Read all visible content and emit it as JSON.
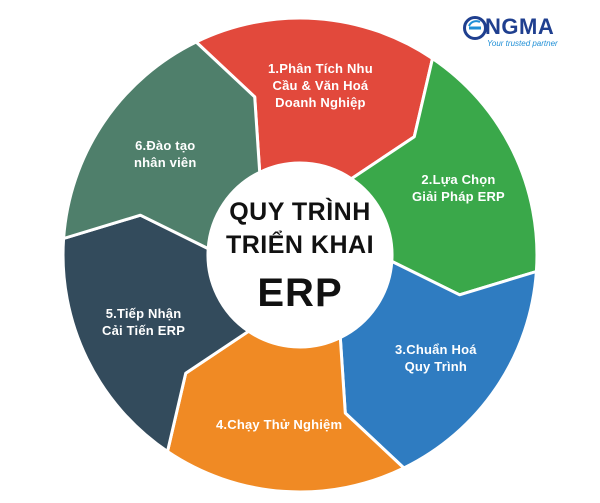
{
  "brand": {
    "name": "NGMA",
    "tagline": "Your trusted partner",
    "colors": {
      "primary": "#1f3f8f",
      "accent": "#1f8fd6"
    }
  },
  "center": {
    "line1": "QUY TRÌNH",
    "line2": "TRIỂN KHAI",
    "line3": "ERP"
  },
  "steps": [
    {
      "lines": [
        "1.Phân Tích Nhu",
        "Cầu & Văn Hoá",
        "Doanh Nghiệp"
      ],
      "color": "#e2493c"
    },
    {
      "lines": [
        "2.Lựa Chọn",
        "Giải Pháp ERP"
      ],
      "color": "#3aa84a"
    },
    {
      "lines": [
        "3.Chuẩn Hoá",
        "Quy Trình"
      ],
      "color": "#2f7cc1"
    },
    {
      "lines": [
        "4.Chạy Thử Nghiệm"
      ],
      "color": "#f08a24"
    },
    {
      "lines": [
        "5.Tiếp Nhận",
        "Cải Tiến ERP"
      ],
      "color": "#334b5c"
    },
    {
      "lines": [
        "6.Đào tạo",
        "nhân viên"
      ],
      "color": "#4f7f6b"
    }
  ]
}
